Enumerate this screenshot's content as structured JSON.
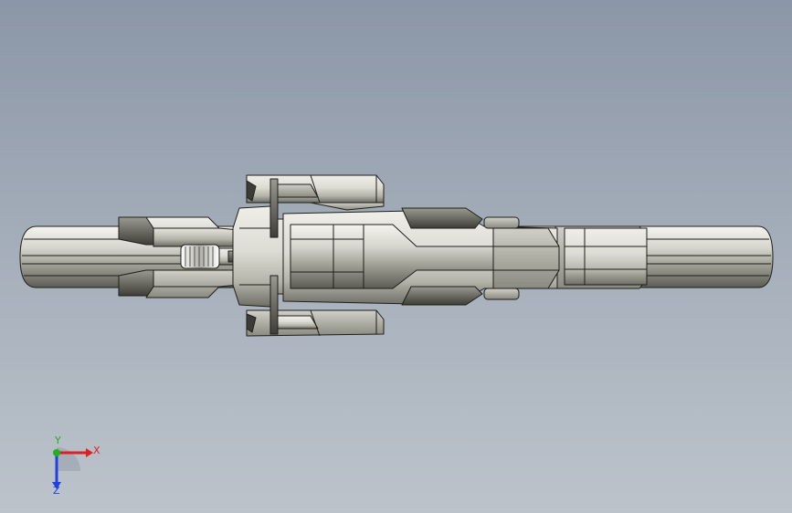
{
  "viewport": {
    "background_top": "#8b96a7",
    "background_bottom": "#bcc3cb"
  },
  "model": {
    "view": "top",
    "part": "cylinder-assembly",
    "metal_color": "#d8d8d0",
    "edge_color": "#1e1e1a"
  },
  "triad": {
    "x_label": "X",
    "y_label": "Y",
    "z_label": "Z",
    "x_color": "#e02020",
    "y_color": "#20b020",
    "z_color": "#2040e0"
  }
}
